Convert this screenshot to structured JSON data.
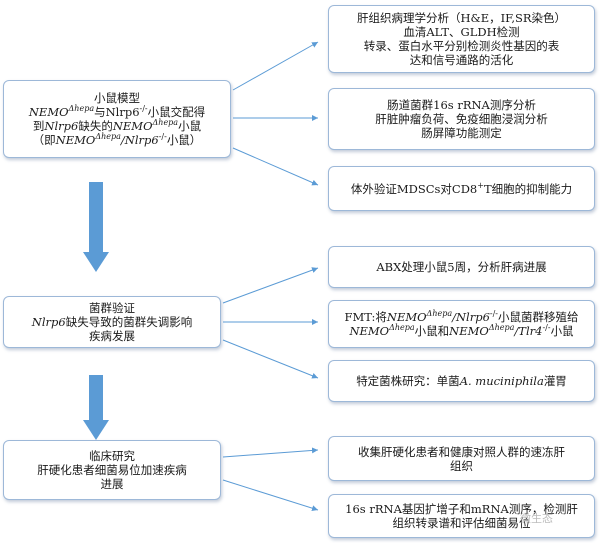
{
  "colors": {
    "box_border": "#9db8d8",
    "arrow": "#5b9bd5",
    "connector": "#5b9bd5"
  },
  "left_boxes": [
    {
      "line1": "小鼠模型",
      "line2_a": "NEMO",
      "line2_sup1": "Δhepa",
      "line2_b": "与",
      "line2_c": "Nlrp6",
      "line2_sup2": "-/-",
      "line2_d": "小鼠交配得",
      "line3_a": "到",
      "line3_b": "Nlrp6",
      "line3_c": "缺失的",
      "line3_d": "NEMO",
      "line3_sup": "Δhepa",
      "line3_e": "小鼠",
      "line4_a": "（即",
      "line4_b": "NEMO",
      "line4_sup1": "Δhepa",
      "line4_c": "/Nlrp6",
      "line4_sup2": "-/-",
      "line4_d": "小鼠）"
    },
    {
      "line1": "菌群验证",
      "line2_a": "Nlrp6",
      "line2_b": "缺失导致的菌群失调影响",
      "line3": "疾病发展"
    },
    {
      "line1": "临床研究",
      "line2": "肝硬化患者细菌易位加速疾病",
      "line3": "进展"
    }
  ],
  "right_boxes": {
    "r1": [
      "肝组织病理学分析（H&E，IF,SR染色）",
      "血清ALT、GLDH检测",
      "转录、蛋白水平分别检测炎性基因的表",
      "达和信号通路的活化"
    ],
    "r2": [
      "肠道菌群16s rRNA测序分析",
      "肝脏肿瘤负荷、免疫细胞浸润分析",
      "肠屏障功能测定"
    ],
    "r3": {
      "a": "体外验证MDSCs对CD8",
      "sup": "+",
      "b": "T细胞的抑制能力"
    },
    "r4": "ABX处理小鼠5周，分析肝病进展",
    "r5": {
      "a": "FMT:将",
      "b": "NEMO",
      "sup1": "Δhepa",
      "c": "/Nlrp6",
      "sup2": "-/-",
      "d": "小鼠菌群移殖给",
      "e": "NEMO",
      "sup3": "Δhepa",
      "f": "小鼠和",
      "g": "NEMO",
      "sup4": "Δhepa",
      "h": "/Tlr4",
      "sup5": "-/-",
      "i": "小鼠"
    },
    "r6": {
      "a": "特定菌株研究：单菌",
      "b": "A. muciniphila",
      "c": "灌胃"
    },
    "r7": [
      "收集肝硬化患者和健康对照人群的速冻肝",
      "组织"
    ],
    "r8": [
      "16s rRNA基因扩增子和mRNA测序，检测肝",
      "组织转录谱和评估细菌易位"
    ]
  },
  "watermark": "微生态"
}
